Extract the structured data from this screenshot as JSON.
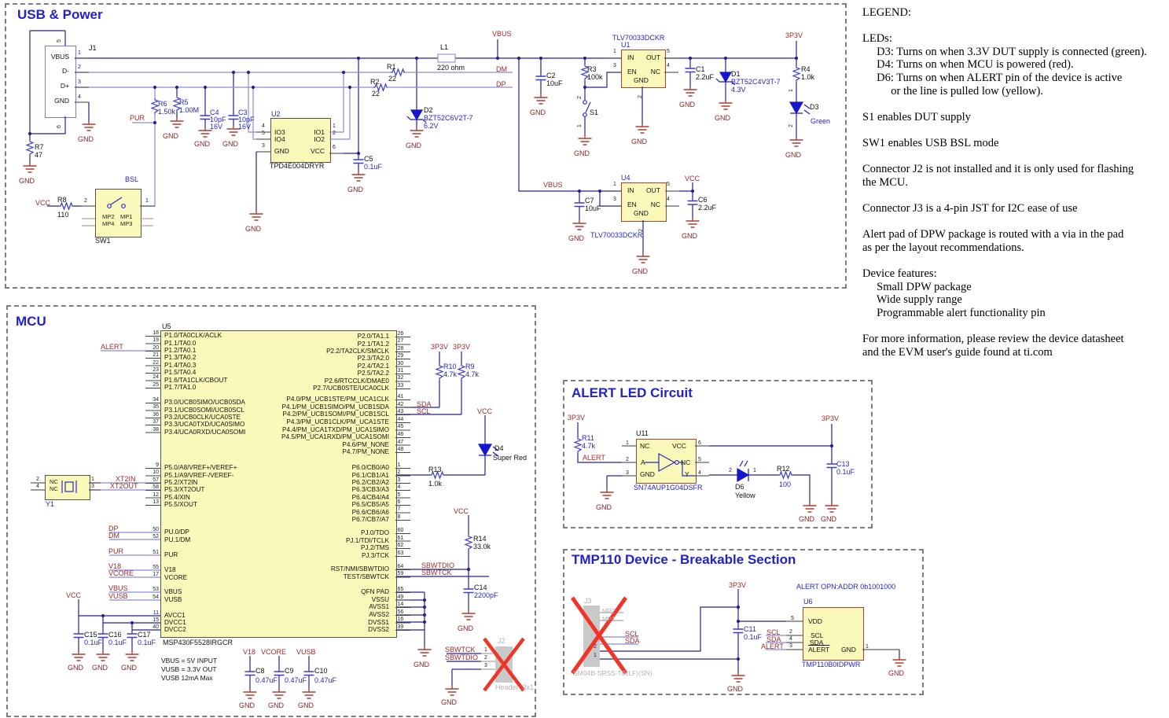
{
  "nets": {
    "gnd": "GND",
    "vcc": "VCC",
    "p3v3": "3P3V",
    "vbus": "VBUS",
    "dm": "DM",
    "dp": "DP",
    "pur": "PUR",
    "bsl": "BSL",
    "alert": "ALERT",
    "sda": "SDA",
    "scl": "SCL",
    "xt2in": "XT2IN",
    "xt2out": "XT2OUT",
    "v18": "V18",
    "vcore": "VCORE",
    "vusb": "VUSB",
    "sbwtdio": "SBWTDIO",
    "sbwtck": "SBWTCK"
  },
  "sections": {
    "usb_title": "USB & Power",
    "mcu_title": "MCU",
    "alert_title": "ALERT LED Circuit",
    "tmp_title": "TMP110 Device - Breakable Section"
  },
  "legend": {
    "lines": [
      "LEGEND:",
      "",
      "LEDs:",
      "     D3: Turns on when 3.3V DUT supply is connected (green).",
      "     D4: Turns on when MCU is powered (red).",
      "     D6: Turns on when ALERT pin of the device is active",
      "          or the line is pulled low (yellow).",
      "",
      "S1 enables DUT supply",
      "",
      "SW1 enables USB BSL mode",
      "",
      "Connector J2 is not installed and it is only used for flashing",
      "the MCU.",
      "",
      "Connector J3 is a 4-pin JST for I2C ease of use",
      "",
      "Alert pad of DPW package is routed with a via in the pad",
      "as per the layout recommendations.",
      "",
      "Device features:",
      "     Small DPW package",
      "     Wide supply range",
      "     Programmable alert functionality pin",
      "",
      "For more information, please review the device datasheet",
      "and the EVM user's guide found at ti.com"
    ]
  },
  "usb": {
    "j1": {
      "ref": "J1",
      "vbus": "VBUS",
      "dm": "D-",
      "dp": "D+",
      "gnd": "GND",
      "n1": "1",
      "n2": "2",
      "n3": "3",
      "n4": "4",
      "n5": "5",
      "n6": "6"
    },
    "r7": {
      "ref": "R7",
      "val": "47"
    },
    "r8": {
      "ref": "R8",
      "val": "110"
    },
    "sw1": {
      "ref": "SW1",
      "mp1": "MP1",
      "mp2": "MP2",
      "mp3": "MP3",
      "mp4": "MP4",
      "n1": "1",
      "n2": "2"
    },
    "r6": {
      "ref": "R6",
      "val": "1.50k"
    },
    "r5": {
      "ref": "R5",
      "val": "1.00M"
    },
    "c4": {
      "ref": "C4",
      "val": "10pF",
      "volt": "16V"
    },
    "c3": {
      "ref": "C3",
      "val": "10pF",
      "volt": "16V"
    },
    "u2": {
      "ref": "U2",
      "part": "TPD4E004DRYR",
      "io1": "IO1",
      "io2": "IO2",
      "io3": "IO3",
      "io4": "IO4",
      "gnd": "GND",
      "vcc": "VCC",
      "n1": "1",
      "n2": "2",
      "n3": "3",
      "n4": "4",
      "n5": "5",
      "n6": "6"
    },
    "c5": {
      "ref": "C5",
      "val": "0.1uF"
    },
    "r1": {
      "ref": "R1",
      "val": "22"
    },
    "r2": {
      "ref": "R2",
      "val": "22"
    },
    "l1": {
      "ref": "L1",
      "val": "220 ohm"
    },
    "d2": {
      "ref": "D2",
      "part": "BZT52C6V2T-7",
      "volt": "6.2V"
    },
    "c2": {
      "ref": "C2",
      "val": "10uF"
    },
    "r3": {
      "ref": "R3",
      "val": "100k"
    },
    "s1": {
      "ref": "S1",
      "n1": "1",
      "n2": "2"
    },
    "u1": {
      "ref": "U1",
      "part": "TLV70033DCKR",
      "pin_in": "IN",
      "pin_en": "EN",
      "pin_gnd": "GND",
      "pin_out": "OUT",
      "pin_nc": "NC",
      "n1": "1",
      "n2": "2",
      "n3": "3",
      "n4": "4",
      "n5": "5"
    },
    "c1": {
      "ref": "C1",
      "val": "2.2uF"
    },
    "d1": {
      "ref": "D1",
      "part": "BZT52C4V3T-7",
      "volt": "4.3V"
    },
    "r4": {
      "ref": "R4",
      "val": "1.0k",
      "n1": "1"
    },
    "d3": {
      "ref": "D3",
      "color": "Green",
      "n2": "2"
    },
    "u4": {
      "ref": "U4",
      "part": "TLV70033DCKR",
      "pin_in": "IN",
      "pin_en": "EN",
      "pin_gnd": "GND",
      "pin_out": "OUT",
      "pin_nc": "NC",
      "n1": "1",
      "n2": "2",
      "n3": "3",
      "n4": "4",
      "n5": "5"
    },
    "c7": {
      "ref": "C7",
      "val": "10uF"
    },
    "c6": {
      "ref": "C6",
      "val": "2.2uF"
    }
  },
  "mcu": {
    "u5": {
      "ref": "U5",
      "part": "MSP430F5528IRGCR",
      "p1_names": [
        "P1.0/TA0CLK/ACLK",
        "P1.1/TA0.0",
        "P1.2/TA0.1",
        "P1.3/TA0.2",
        "P1.4/TA0.3",
        "P1.5/TA0.4",
        "P1.6/TA1CLK/CBOUT",
        "P1.7/TA1.0"
      ],
      "p1_nums": [
        "18",
        "19",
        "20",
        "21",
        "22",
        "23",
        "24",
        "25"
      ],
      "p3_names": [
        "P3.0/UCB0SIMO/UCB0SDA",
        "P3.1/UCB0SOMI/UCB0SCL",
        "P3.2/UCB0CLK/UCA0STE",
        "P3.3/UCA0TXD/UCA0SIMO",
        "P3.4/UCA0RXD/UCA0SOMI"
      ],
      "p3_nums": [
        "34",
        "35",
        "36",
        "37",
        "38"
      ],
      "p5_names": [
        "P5.0/A8/VREF+/VEREF+",
        "P5.1/A9/VREF-/VEREF-",
        "P5.2/XT2IN",
        "P5.3/XT2OUT",
        "P5.4/XIN",
        "P5.5/XOUT"
      ],
      "p5_nums": [
        "9",
        "10",
        "57",
        "58",
        "12",
        "13"
      ],
      "pu_names": [
        "PU.0/DP",
        "PU.1/DM"
      ],
      "pu_nums": [
        "50",
        "52"
      ],
      "pur_name": "PUR",
      "pur_num": "51",
      "v18_names": [
        "V18",
        "VCORE"
      ],
      "v18_nums": [
        "55",
        "17"
      ],
      "vbus_names": [
        "VBUS",
        "VUSB"
      ],
      "vbus_nums": [
        "53",
        "54"
      ],
      "vcc_names": [
        "AVCC1",
        "DVCC1",
        "DVCC2"
      ],
      "vcc_nums": [
        "11",
        "15",
        "40"
      ],
      "p2_names": [
        "P2.0/TA1.1",
        "P2.1/TA1.2",
        "P2.2/TA2CLK/SMCLK",
        "P2.3/TA2.0",
        "P2.4/TA2.1",
        "P2.5/TA2.2",
        "P2.6/RTCCLK/DMAE0",
        "P2.7/UCB0STE/UCA0CLK"
      ],
      "p2_nums": [
        "26",
        "27",
        "28",
        "29",
        "30",
        "31",
        "32",
        "33"
      ],
      "p4_names": [
        "P4.0/PM_UCB1STE/PM_UCA1CLK",
        "P4.1/PM_UCB1SIMO/PM_UCB1SDA",
        "P4.2/PM_UCB1SOMI/PM_UCB1SCL",
        "P4.3/PM_UCB1CLK/PM_UCA1STE",
        "P4.4/PM_UCA1TXD/PM_UCA1SIMO",
        "P4.5/PM_UCA1RXD/PM_UCA1SOMI",
        "P4.6/PM_NONE",
        "P4.7/PM_NONE"
      ],
      "p4_nums": [
        "41",
        "42",
        "43",
        "44",
        "45",
        "46",
        "47",
        "48"
      ],
      "p6_names": [
        "P6.0/CB0/A0",
        "P6.1/CB1/A1",
        "P6.2/CB2/A2",
        "P6.3/CB3/A3",
        "P6.4/CB4/A4",
        "P6.5/CB5/A5",
        "P6.6/CB6/A6",
        "P6.7/CB7/A7"
      ],
      "p6_nums": [
        "1",
        "2",
        "3",
        "4",
        "5",
        "6",
        "7",
        "8"
      ],
      "pj_names": [
        "PJ.0/TDO",
        "PJ.1/TDI/TCLK",
        "PJ.2/TMS",
        "PJ.3/TCK"
      ],
      "pj_nums": [
        "60",
        "61",
        "62",
        "63"
      ],
      "rst_names": [
        "RST/NMI/SBWTDIO",
        "TEST/SBWTCK"
      ],
      "rst_nums": [
        "64",
        "59"
      ],
      "gnd_names": [
        "QFN PAD",
        "VSSU",
        "AVSS1",
        "AVSS2",
        "DVSS1",
        "DVSS2"
      ],
      "gnd_nums": [
        "65",
        "49",
        "14",
        "56",
        "16",
        "39"
      ],
      "notes": [
        "VBUS = 5V INPUT",
        "VUSB = 3.3V OUT",
        "VUSB 12mA Max"
      ]
    },
    "y1": {
      "ref": "Y1",
      "nc": "NC",
      "n1": "1",
      "n2": "2",
      "n3": "3",
      "n4": "4"
    },
    "c15": {
      "ref": "C15",
      "val": "0.1uF"
    },
    "c16": {
      "ref": "C16",
      "val": "0.1uF"
    },
    "c17": {
      "ref": "C17",
      "val": "0.1uF"
    },
    "c8": {
      "ref": "C8",
      "val": "0.47uF"
    },
    "c9": {
      "ref": "C9",
      "val": "0.47uF"
    },
    "c10": {
      "ref": "C10",
      "val": "0.47uF"
    },
    "r10": {
      "ref": "R10",
      "val": "4.7k"
    },
    "r9": {
      "ref": "R9",
      "val": "4.7k"
    },
    "d4": {
      "ref": "D4",
      "color": "Super Red"
    },
    "r13": {
      "ref": "R13",
      "val": "1.0k"
    },
    "r14": {
      "ref": "R14",
      "val": "33.0k"
    },
    "c14": {
      "ref": "C14",
      "val": "2200pF"
    },
    "j2": {
      "ref": "J2",
      "part": "Header_3x1",
      "n1": "1",
      "n2": "2",
      "n3": "3"
    }
  },
  "alert_sec": {
    "r11": {
      "ref": "R11",
      "val": "4.7k"
    },
    "u11": {
      "ref": "U11",
      "part": "SN74AUP1G04DSFR",
      "nc": "NC",
      "a": "A",
      "gnd": "GND",
      "vcc": "VCC",
      "y": "Y",
      "n1": "1",
      "n2": "2",
      "n3": "3",
      "n4": "4",
      "n5": "5",
      "n6": "6"
    },
    "d6": {
      "ref": "D6",
      "color": "Yellow",
      "n1": "1",
      "n2": "2"
    },
    "r12": {
      "ref": "R12",
      "val": "100"
    },
    "c13": {
      "ref": "C13",
      "val": "0.1uF"
    }
  },
  "tmp_sec": {
    "j3": {
      "ref": "J3",
      "part": "SM04B-SRSS-TB(LF)(SN)",
      "mp1": "MP1",
      "mp2": "MP2",
      "n1": "1",
      "n2": "2"
    },
    "c11": {
      "ref": "C11",
      "val": "0.1uF"
    },
    "u6": {
      "ref": "U6",
      "part": "TMP110B0IDPWR",
      "note": "ALERT OPN:ADDR 0b1001000",
      "vdd": "VDD",
      "scl": "SCL",
      "sda": "SDA",
      "alert": "ALERT",
      "gnd": "GND",
      "n1": "1",
      "n2": "2",
      "n3": "3",
      "n4": "4",
      "n5": "5"
    }
  }
}
